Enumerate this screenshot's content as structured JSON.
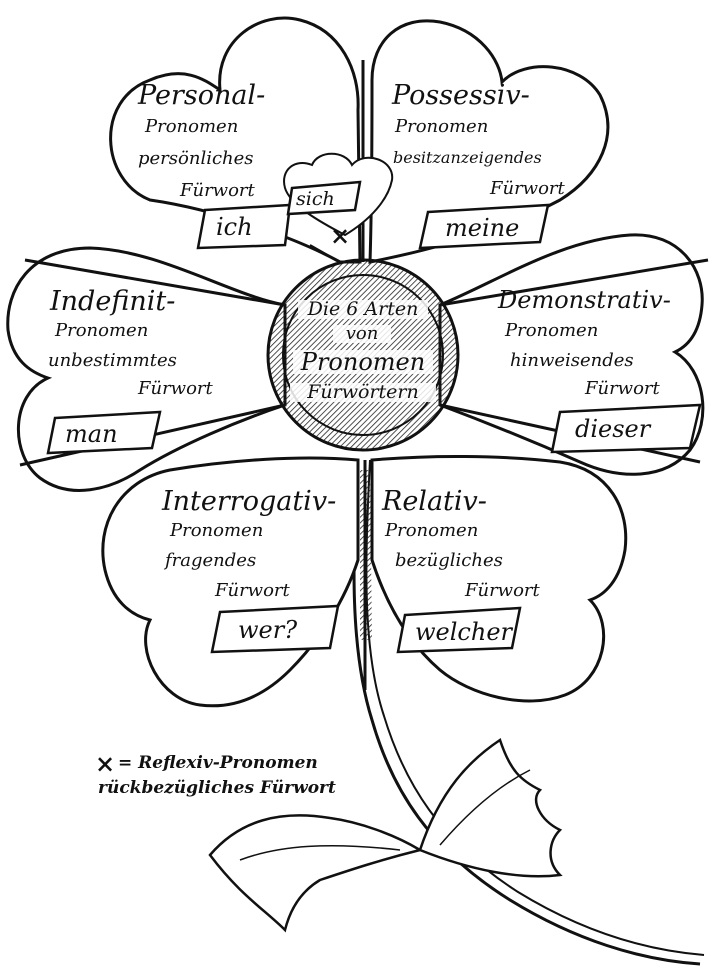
{
  "center": {
    "line1": "Die 6 Arten",
    "line2": "von",
    "line3": "Pronomen",
    "line4": "Fürwörtern"
  },
  "petals": [
    {
      "title": "Personal-",
      "type": "Pronomen",
      "desc": "persönliches",
      "noun": "Fürwort",
      "example": "ich",
      "extra": "sich"
    },
    {
      "title": "Possessiv-",
      "type": "Pronomen",
      "desc": "besitzanzeigendes",
      "noun": "Fürwort",
      "example": "meine"
    },
    {
      "title": "Demonstrativ-",
      "type": "Pronomen",
      "desc": "hinweisendes",
      "noun": "Fürwort",
      "example": "dieser"
    },
    {
      "title": "Relativ-",
      "type": "Pronomen",
      "desc": "bezügliches",
      "noun": "Fürwort",
      "example": "welcher"
    },
    {
      "title": "Interrogativ-",
      "type": "Pronomen",
      "desc": "fragendes",
      "noun": "Fürwort",
      "example": "wer?"
    },
    {
      "title": "Indefinit-",
      "type": "Pronomen",
      "desc": "unbestimmtes",
      "noun": "Fürwort",
      "example": "man"
    }
  ],
  "legend": {
    "symbol": "×",
    "line1": "= Reflexiv-Pronomen",
    "line2": "rückbezügliches Fürwort"
  },
  "reflexive_mark": "×"
}
